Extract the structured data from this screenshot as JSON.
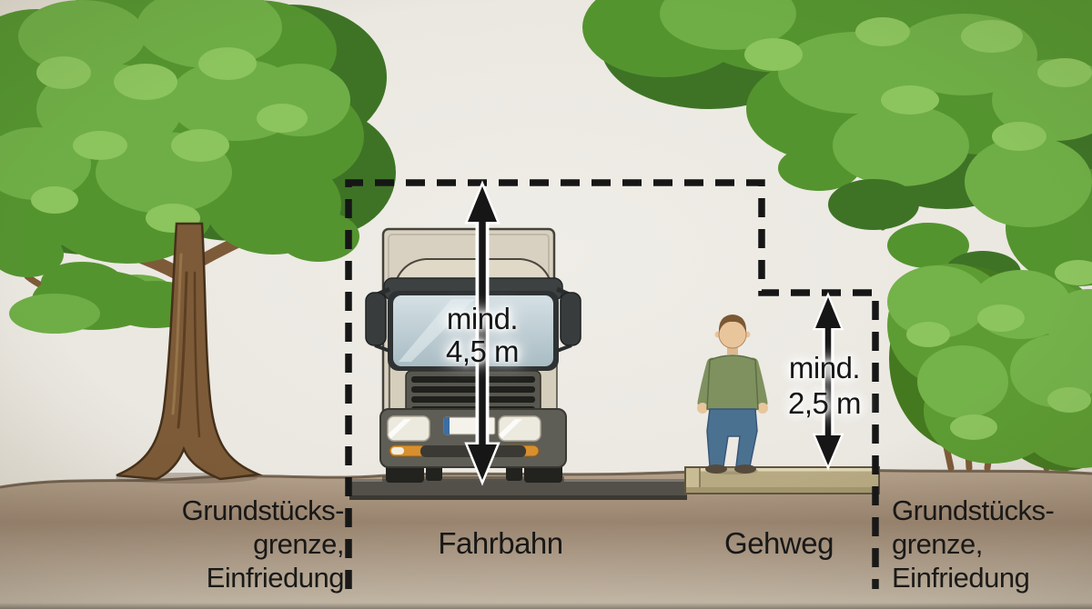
{
  "labels": {
    "truck_clearance": {
      "line1": "mind.",
      "line2": "4,5 m"
    },
    "walkway_clearance": {
      "line1": "mind.",
      "line2": "2,5 m"
    },
    "road": "Fahrbahn",
    "walkway": "Gehweg",
    "boundary_left": {
      "line1": "Grundstücks-",
      "line2": "grenze,",
      "line3": "Einfriedung"
    },
    "boundary_right": {
      "line1": "Grundstücks-",
      "line2": "grenze,",
      "line3": "Einfriedung"
    }
  },
  "colors": {
    "background": "#ebe8e1",
    "ink": "#161616",
    "ground": "#a8937c",
    "road": "#53504a",
    "sidewalk": "#b7aa82",
    "foliage_dark": "#3e7326",
    "foliage_mid": "#54942f",
    "foliage_light": "#6fae46",
    "trunk": "#7d5b38",
    "truck_body": "#d8d1c1",
    "windshield": "#b9cad0",
    "person_sweater": "#7f915f",
    "person_jeans": "#4b7191"
  }
}
